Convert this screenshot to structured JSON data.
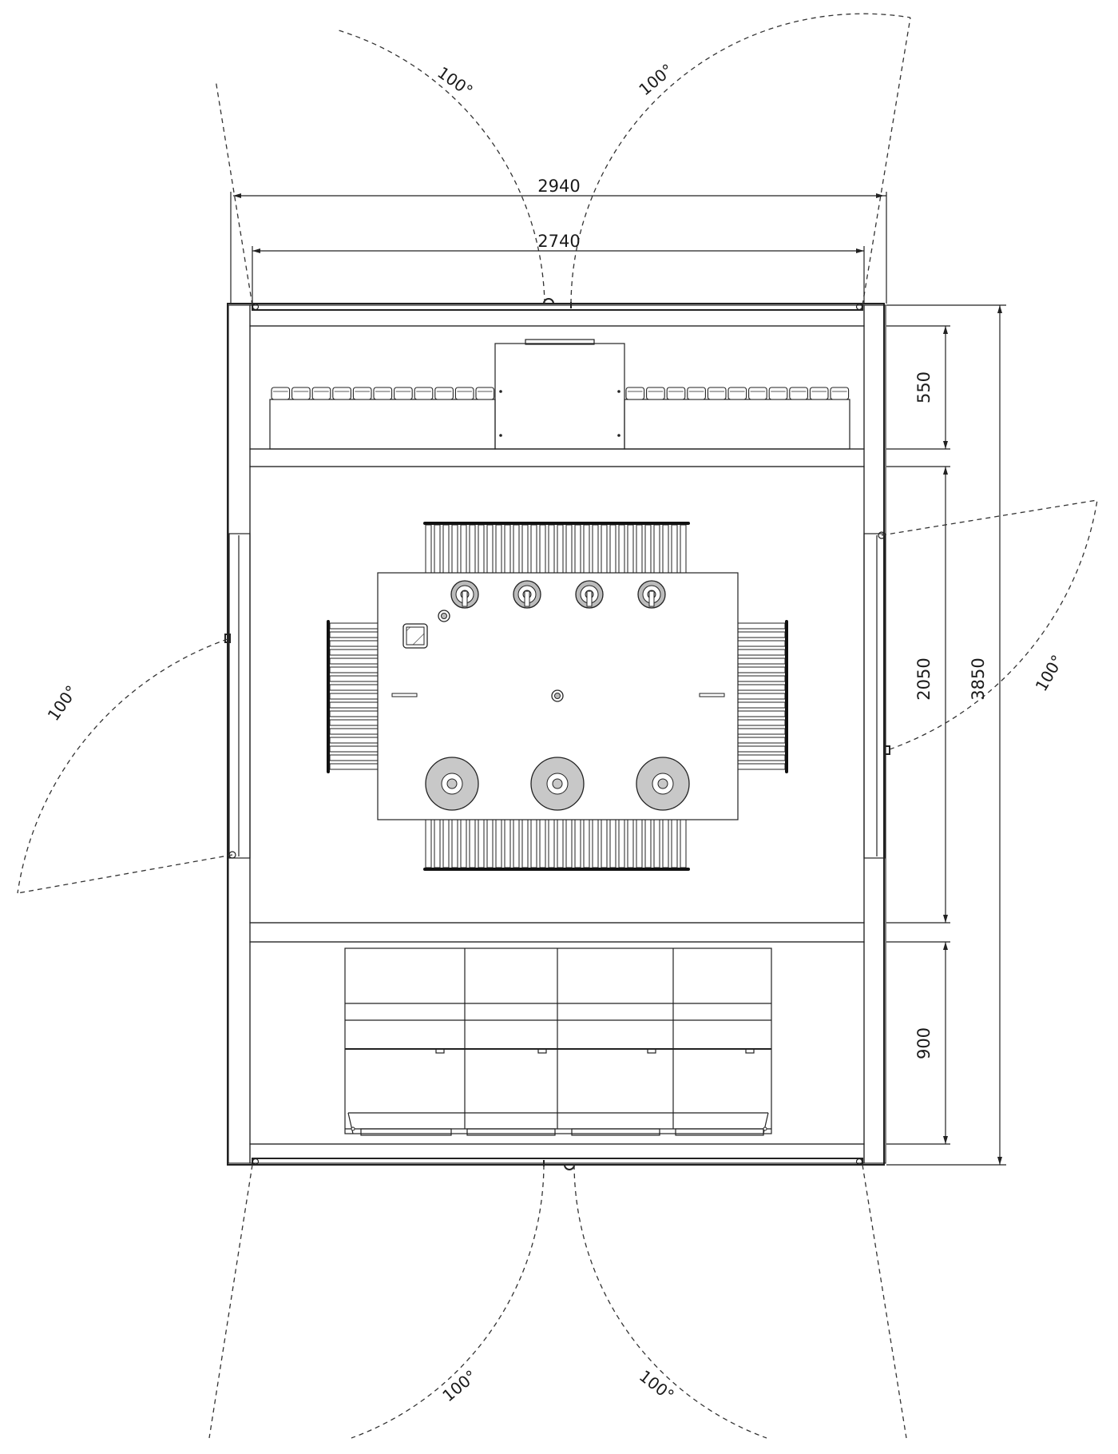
{
  "dimensions": {
    "outer_width": "2940",
    "inner_width": "2740",
    "total_height": "3850",
    "top_compartment": "550",
    "middle_compartment": "2050",
    "bottom_compartment": "900"
  },
  "door_swing_angles": {
    "top_left": "100°",
    "top_right": "100°",
    "left": "100°",
    "right": "100°",
    "bottom_left": "100°",
    "bottom_right": "100°"
  },
  "colors": {
    "line": "#222222",
    "wall_fill": "#ffffff",
    "disc": "#c8c8c8",
    "hatch": "#333333"
  }
}
